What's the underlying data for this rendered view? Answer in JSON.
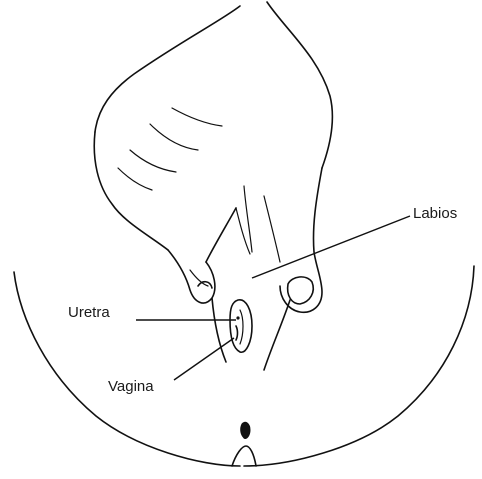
{
  "labels": {
    "labios": "Labios",
    "uretra": "Uretra",
    "vagina": "Vagina"
  },
  "colors": {
    "ink": "#111111",
    "background": "#ffffff"
  }
}
